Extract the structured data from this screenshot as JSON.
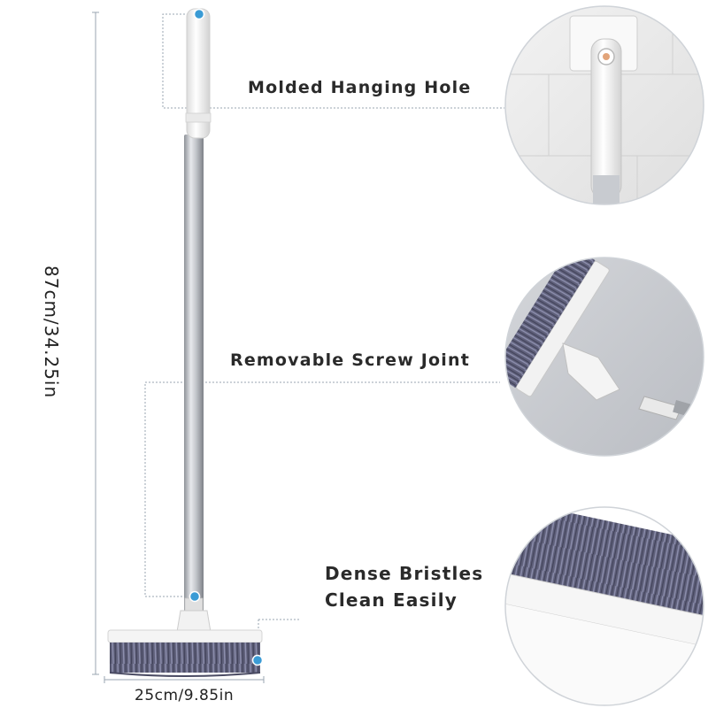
{
  "features": {
    "hanging_hole": "Molded Hanging Hole",
    "screw_joint": "Removable Screw Joint",
    "bristles_line1": "Dense Bristles",
    "bristles_line2": "Clean Easily"
  },
  "dimensions": {
    "height": "87cm/34.25in",
    "width": "25cm/9.85in"
  },
  "colors": {
    "pole": "#b9bcc2",
    "bristles": "#6e6f8c",
    "head": "#f4f4f4",
    "accent_dot": "#3a9bd5",
    "guide_line": "#9aa4b0"
  }
}
